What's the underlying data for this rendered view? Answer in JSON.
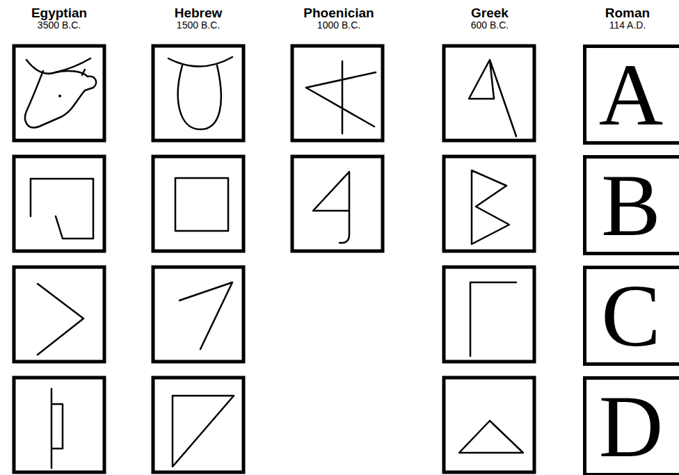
{
  "diagram": {
    "nodes": [
      {
        "text": [
          "A"
        ]
      },
      {
        "text": [
          "B"
        ]
      },
      {
        "text": [
          "C"
        ]
      },
      {
        "text": [
          "D"
        ]
      }
    ],
    "labels": [
      "Egyptian",
      "3500 B.C.",
      "Hebrew",
      "1500 B.C.",
      "Phoenician",
      "1000 B.C.",
      "Greek",
      "600 B.C.",
      "Roman",
      "114 A.D."
    ]
  }
}
